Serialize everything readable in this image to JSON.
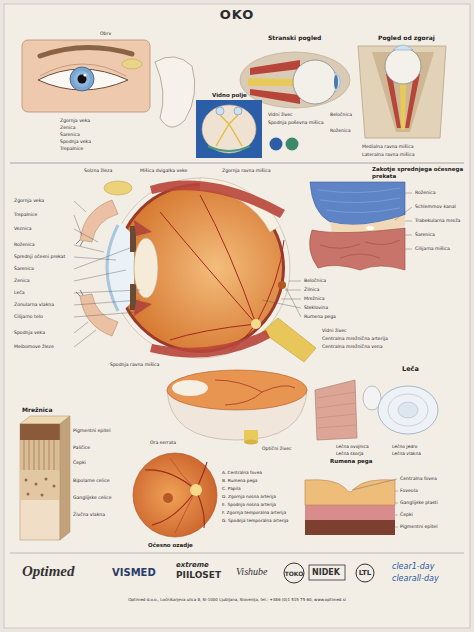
{
  "diagram": {
    "title": "OKO",
    "labels": [
      "Stranski pogled",
      "Pogled od zgoraj",
      "Vidno polje",
      "Zakotje sprednjega očesnega prekata",
      "Leča",
      "Mrežnica",
      "Očesno ozadje",
      "Rumena pega",
      "Obrv",
      "Zgornja veka",
      "Zenica",
      "Šarenica",
      "Spodnja veka",
      "Trepalnice",
      "Vidni živec",
      "Spodnja poševna mišica",
      "Beločnica",
      "Roženica",
      "Medialna ravna mišica",
      "Lateralna ravna mišica",
      "Zgornja veka",
      "Trepalnice",
      "Veznica",
      "Roženica",
      "Sprednji očesni prekat",
      "Šarenica",
      "Zenica",
      "Leča",
      "Zonularna vlakna",
      "Cilijarno telo",
      "Spodnja veka",
      "Meibomove žleze",
      "Solzna žleza",
      "Mišica dvigalka veke",
      "Zgornja ravna mišica",
      "Beločnica",
      "Žilnica",
      "Mrežnica",
      "Steklovina",
      "Rumena pega",
      "Vidni živec",
      "Centralna mrežnična arterija",
      "Centralna mrežnična vena",
      "Spodnja ravna mišica",
      "Roženica",
      "Schlemmov kanal",
      "Trabekularna mreža",
      "Šarenica",
      "Cilijarna mišica",
      "Ora serrata",
      "Optični živec",
      "Lečna ovojnica",
      "Lečna skorja",
      "Lečno jedro",
      "Lečna vlakna",
      "Pigmentni epitel",
      "Paličice",
      "Čepki",
      "Bipolarne celice",
      "Ganglijske celice",
      "Živčna vlakna",
      "A. Centralna fovea",
      "B. Rumena pega",
      "C. Papila",
      "D. Zgornja nosna arterija",
      "E. Spodnja nosna arterija",
      "F. Zgornja temporalna arterija",
      "G. Spodnja temporalna arterija",
      "Centralna fovea",
      "Foveola",
      "Ganglijske plasti",
      "Čepki",
      "Pigmentni epitel",
      "Optimed",
      "VISMED",
      "extreme",
      "PIILOSET",
      "Vishube",
      "TOKO",
      "NIDEK",
      "LTL",
      "clear1-day",
      "clearall-day",
      "Optimed d.o.o., Ločnikarjeva ulica 8, SI-1000 Ljubljana, Slovenija, tel.: +386 (0)1 515 75 60, www.optimed.si"
    ]
  }
}
